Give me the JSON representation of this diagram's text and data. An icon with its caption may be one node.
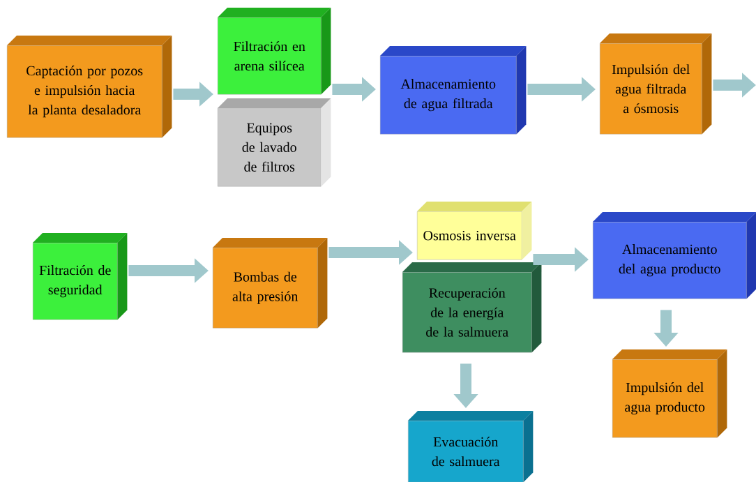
{
  "diagram": {
    "nodes": [
      {
        "text": [
          "Captación por pozos e impulsión hacia la planta desaladora"
        ]
      },
      {
        "text": [
          "Filtración en arena silícea"
        ]
      },
      {
        "text": [
          "Equipos de lavado de filtros"
        ]
      },
      {
        "text": [
          "Almacenamiento de agua filtrada"
        ]
      },
      {
        "text": [
          "Impulsión del agua filtrada a ósmosis"
        ]
      },
      {
        "text": [
          "Filtración de seguridad"
        ]
      },
      {
        "text": [
          "Bombas de alta presión"
        ]
      },
      {
        "text": [
          "Osmosis inversa"
        ]
      },
      {
        "text": [
          "Recuperación de la energía de la salmuera"
        ]
      },
      {
        "text": [
          "Almacenamiento del agua producto"
        ]
      },
      {
        "text": [
          "Impulsión del agua producto"
        ]
      },
      {
        "text": [
          "Evacuación de salmuera"
        ]
      }
    ],
    "edges": [
      {
        "from": 0,
        "to": 1,
        "arrow": "to"
      },
      {
        "from": 1,
        "to": 3,
        "arrow": "to"
      },
      {
        "from": 3,
        "to": 4,
        "arrow": "to"
      },
      {
        "from": 4,
        "to": null,
        "arrow": "to"
      },
      {
        "from": 5,
        "to": 6,
        "arrow": "to"
      },
      {
        "from": 6,
        "to": 7,
        "arrow": "to"
      },
      {
        "from": 7,
        "to": 9,
        "arrow": "to"
      },
      {
        "from": 9,
        "to": 10,
        "arrow": "to"
      },
      {
        "from": 8,
        "to": 11,
        "arrow": "to"
      }
    ]
  }
}
